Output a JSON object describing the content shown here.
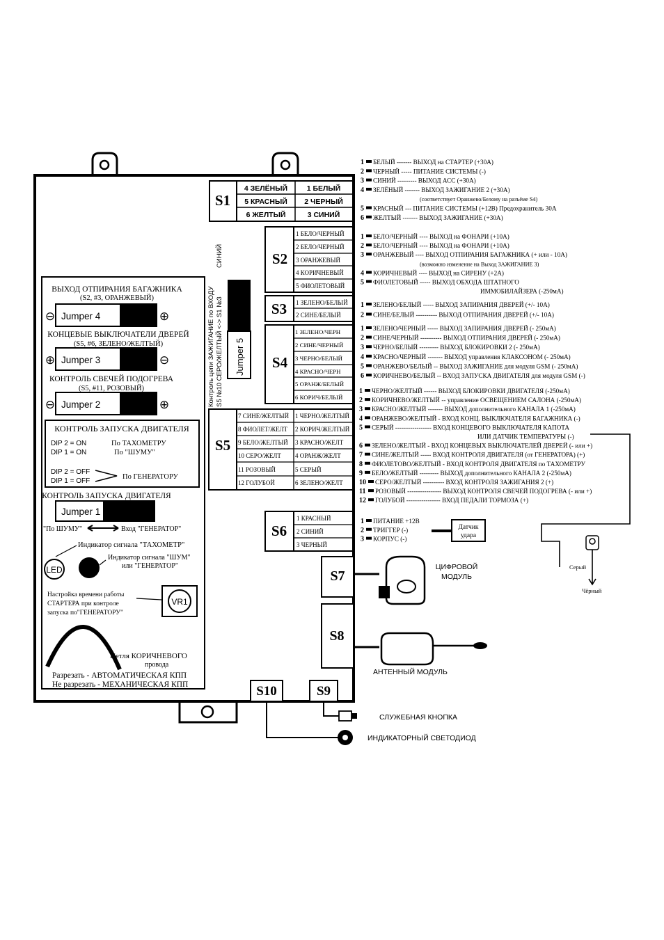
{
  "unit": {
    "s1": "S1",
    "s2": "S2",
    "s3": "S3",
    "s4": "S4",
    "s5": "S5",
    "s6": "S6",
    "s7": "S7",
    "s8": "S8",
    "s9": "S9",
    "s10": "S10",
    "s1_cells": [
      "4 ЗЕЛЁНЫЙ",
      "1 БЕЛЫЙ",
      "5 КРАСНЫЙ",
      "2 ЧЕРНЫЙ",
      "6 ЖЕЛТЫЙ",
      "3 СИНИЙ"
    ],
    "s2_cells": [
      "1 БЕЛО/ЧЕРНЫЙ",
      "2 БЕЛО/ЧЕРНЫЙ",
      "3 ОРАНЖЕВЫЙ",
      "4 КОРИЧНЕВЫЙ",
      "5 ФИОЛЕТОВЫЙ"
    ],
    "s3_cells": [
      "1 ЗЕЛЕНО/БЕЛЫЙ",
      "2 СИНЕ/БЕЛЫЙ"
    ],
    "s4_cells": [
      "1 ЗЕЛЕНО/ЧЕРН",
      "2 СИНЕ/ЧЕРНЫЙ",
      "3 ЧЕРНО/БЕЛЫЙ",
      "4 КРАСНО/ЧЕРН",
      "5 ОРАНЖ/БЕЛЫЙ",
      "6 КОРИЧ/БЕЛЫЙ"
    ],
    "s5_cells": [
      "7 СИНЕ/ЖЕЛТЫЙ",
      "1 ЧЕРНО/ЖЕЛТЫЙ",
      "8 ФИОЛЕТ/ЖЕЛТ",
      "2 КОРИЧ/ЖЕЛТЫЙ",
      "9 БЕЛО/ЖЕЛТЫЙ",
      "3 КРАСНО/ЖЕЛТ",
      "10 СЕРО/ЖЕЛТ",
      "4 ОРАНЖ/ЖЕЛТ",
      "11 РОЗОВЫЙ",
      "5 СЕРЫЙ",
      "12 ГОЛУБОЙ",
      "6 ЗЕЛЕНО/ЖЕЛТ"
    ],
    "s6_cells": [
      "1 КРАСНЫЙ",
      "2 СИНИЙ",
      "3 ЧЕРНЫЙ"
    ],
    "jumper5": "Jumper 5",
    "vertical_a": "Контроль цепи ЗАЖИГАНИЕ по ВХОДУ",
    "vertical_b": "S5 №10  СЕРО/ЖЕЛТЫЙ <-> S1 №3",
    "vertical_c": "СИНИЙ"
  },
  "panel": {
    "trunk_title": "ВЫХОД ОТПИРАНИЯ БАГАЖНИКА",
    "trunk_sub": "(S2, #3, ОРАНЖЕВЫЙ)",
    "jumper4": "Jumper 4",
    "door_title": "КОНЦЕВЫЕ ВЫКЛЮЧАТЕЛИ ДВЕРЕЙ",
    "door_sub": "(S5, #6, ЗЕЛЕНО/ЖЕЛТЫЙ)",
    "jumper3": "Jumper 3",
    "glow_title": "КОНТРОЛЬ СВЕЧЕЙ ПОДОГРЕВА",
    "glow_sub": "(S5, #11, РОЗОВЫЙ)",
    "jumper2": "Jumper 2",
    "minus": "⊖",
    "plus": "⊕",
    "engine_title": "КОНТРОЛЬ ЗАПУСКА ДВИГАТЕЛЯ",
    "dip_on_a": "DIP 2 = ON",
    "dip_on_b": "DIP 1 = ON",
    "by_tacho": "По ТАХОМЕТРУ",
    "by_noise": "По \"ШУМУ\"",
    "dip_off_a": "DIP 2 = OFF",
    "dip_off_b": "DIP 1 = OFF",
    "by_gen": "По ГЕНЕРАТОРУ",
    "engine_title2": "КОНТРОЛЬ ЗАПУСКА ДВИГАТЕЛЯ",
    "jumper1": "Jumper 1",
    "j1_left": "\"По ШУМУ\"",
    "j1_right": "Вход \"ГЕНЕРАТОР\"",
    "tacho_ind": "Индикатор сигнала \"ТАХОМЕТР\"",
    "led": "LED",
    "noise_ind_a": "Индикатор сигнала \"ШУМ\"",
    "noise_ind_b": "или \"ГЕНЕРАТОР\"",
    "starter_a": "Настройка времени работы",
    "starter_b": "СТАРТЕРА при контроле",
    "starter_c": "запуска по\"ГЕНЕРАТОРУ\"",
    "vr1": "VR1",
    "loop_a": "Петля КОРИЧНЕВОГО",
    "loop_b": "провода",
    "cut": "Разрезать - АВТОМАТИЧЕСКАЯ КПП",
    "nocut": "Не разрезать - МЕХАНИЧЕСКАЯ КПП"
  },
  "wires_s1": [
    {
      "n": "1",
      "t": "БЕЛЫЙ ------- ВЫХОД на СТАРТЕР (+30А)"
    },
    {
      "n": "2",
      "t": "ЧЕРНЫЙ ----- ПИТАНИЕ СИСТЕМЫ (-)"
    },
    {
      "n": "3",
      "t": "СИНИЙ --------- ВЫХОД АСС (+30А)"
    },
    {
      "n": "4",
      "t": "ЗЕЛЁНЫЙ ------- ВЫХОД ЗАЖИГАНИЕ 2 (+30А)"
    },
    {
      "n": "",
      "t": "(соответствует Оранжево/Белому на разъёме S4)"
    },
    {
      "n": "5",
      "t": "КРАСНЫЙ --- ПИТАНИЕ СИСТЕМЫ (+12В) Предохранитель 30А"
    },
    {
      "n": "6",
      "t": "ЖЕЛТЫЙ ------- ВЫХОД ЗАЖИГАНИЕ (+30А)"
    }
  ],
  "wires_s2": [
    {
      "n": "1",
      "t": "БЕЛО/ЧЕРНЫЙ ---- ВЫХОД на ФОНАРИ (+10А)"
    },
    {
      "n": "2",
      "t": "БЕЛО/ЧЕРНЫЙ ---- ВЫХОД на ФОНАРИ (+10А)"
    },
    {
      "n": "3",
      "t": "ОРАНЖЕВЫЙ ---- ВЫХОД ОТПИРАНИЯ БАГАЖНИКА (+ или - 10А)"
    },
    {
      "n": "",
      "t": "(возможно изменение на Выход ЗАЖИГАНИЕ 3)"
    },
    {
      "n": "4",
      "t": "КОРИЧНЕВЫЙ ---- ВЫХОД на СИРЕНУ (+2А)"
    },
    {
      "n": "5",
      "t": "ФИОЛЕТОВЫЙ ----- ВЫХОД ОБХОДА ШТАТНОГО"
    },
    {
      "n": "",
      "t": "ИММОБИЛАЙЗЕРА (-250мА)"
    }
  ],
  "wires_s3": [
    {
      "n": "1",
      "t": "ЗЕЛЕНО/БЕЛЫЙ ----- ВЫХОД ЗАПИРАНИЯ ДВЕРЕЙ (+/- 10А)"
    },
    {
      "n": "2",
      "t": "СИНЕ/БЕЛЫЙ ---------- ВЫХОД ОТПИРАНИЯ ДВЕРЕЙ (+/- 10А)"
    }
  ],
  "wires_s4": [
    {
      "n": "1",
      "t": "ЗЕЛЕНО/ЧЕРНЫЙ ----- ВЫХОД ЗАПИРАНИЯ ДВЕРЕЙ (- 250мА)"
    },
    {
      "n": "2",
      "t": "СИНЕ/ЧЕРНЫЙ ---------- ВЫХОД ОТПИРАНИЯ ДВЕРЕЙ (- 250мА)"
    },
    {
      "n": "3",
      "t": "ЧЕРНО/БЕЛЫЙ --------- ВЫХОД БЛОКИРОВКИ 2 (- 250мА)"
    },
    {
      "n": "4",
      "t": "КРАСНО/ЧЕРНЫЙ ------- ВЫХОД управления КЛАКСОНОМ (- 250мА)"
    },
    {
      "n": "5",
      "t": "ОРАНЖЕВО/БЕЛЫЙ -- ВЫХОД ЗАЖИГАНИЕ для модуля GSM (- 250мА)"
    },
    {
      "n": "6",
      "t": "КОРИЧНЕВО/БЕЛЫЙ -- ВХОД ЗАПУСКА ДВИГАТЕЛЯ для модуля GSM (-)"
    }
  ],
  "wires_s5": [
    {
      "n": "1",
      "t": "ЧЕРНО/ЖЕЛТЫЙ ------ ВЫХОД БЛОКИРОВКИ ДВИГАТЕЛЯ (-250мА)"
    },
    {
      "n": "2",
      "t": "КОРИЧНЕВО/ЖЕЛТЫЙ -- управление ОСВЕЩЕНИЕМ САЛОНА (-250мА)"
    },
    {
      "n": "3",
      "t": "КРАСНО/ЖЕЛТЫЙ ------- ВЫХОД дополнительного КАНАЛА 1 (-250мА)"
    },
    {
      "n": "4",
      "t": "ОРАНЖЕВО/ЖЕЛТЫЙ - ВХОД КОНЦ. ВЫКЛЮЧАТЕЛЯ БАГАЖНИКА (-)"
    },
    {
      "n": "5",
      "t": "СЕРЫЙ ----------------- ВХОД КОНЦЕВОГО ВЫКЛЮЧАТЕЛЯ КАПОТА"
    },
    {
      "n": "",
      "t": "ИЛИ ДАТЧИК ТЕМПЕРАТУРЫ (-)"
    },
    {
      "n": "6",
      "t": "ЗЕЛЕНО/ЖЕЛТЫЙ - ВХОД КОНЦЕВЫХ ВЫКЛЮЧАТЕЛЕЙ ДВЕРЕЙ (- или +)"
    },
    {
      "n": "7",
      "t": "СИНЕ/ЖЕЛТЫЙ ----- ВХОД КОНТРОЛЯ ДВИГАТЕЛЯ (от ГЕНЕРАТОРА) (+)"
    },
    {
      "n": "8",
      "t": "ФИОЛЕТОВО/ЖЕЛТЫЙ - ВХОД КОНТРОЛЯ ДВИГАТЕЛЯ по ТАХОМЕТРУ"
    },
    {
      "n": "9",
      "t": "БЕЛО/ЖЕЛТЫЙ --------- ВЫХОД дополнительного КАНАЛА 2 (-250мА)"
    },
    {
      "n": "10",
      "t": "СЕРО/ЖЕЛТЫЙ ---------- ВХОД КОНТРОЛЯ ЗАЖИГАНИЯ 2 (+)"
    },
    {
      "n": "11",
      "t": "РОЗОВЫЙ ---------------- ВЫХОД КОНТРОЛЯ СВЕЧЕЙ ПОДОГРЕВА (- или +)"
    },
    {
      "n": "12",
      "t": "ГОЛУБОЙ ---------------- ВХОД ПЕДАЛИ ТОРМОЗА (+)"
    }
  ],
  "wires_s6": [
    {
      "n": "1",
      "t": "ПИТАНИЕ +12В"
    },
    {
      "n": "2",
      "t": "ТРИГГЕР (-)"
    },
    {
      "n": "3",
      "t": "КОРПУС (-)"
    }
  ],
  "shock_a": "Датчик",
  "shock_b": "удара",
  "sensor_grey": "Серый",
  "sensor_black": "Чёрный",
  "digital_a": "ЦИФРОВОЙ",
  "digital_b": "МОДУЛЬ",
  "antenna": "АНТЕННЫЙ МОДУЛЬ",
  "service_btn": "СЛУЖЕБНАЯ КНОПКА",
  "led_ind": "ИНДИКАТОРНЫЙ СВЕТОДИОД"
}
